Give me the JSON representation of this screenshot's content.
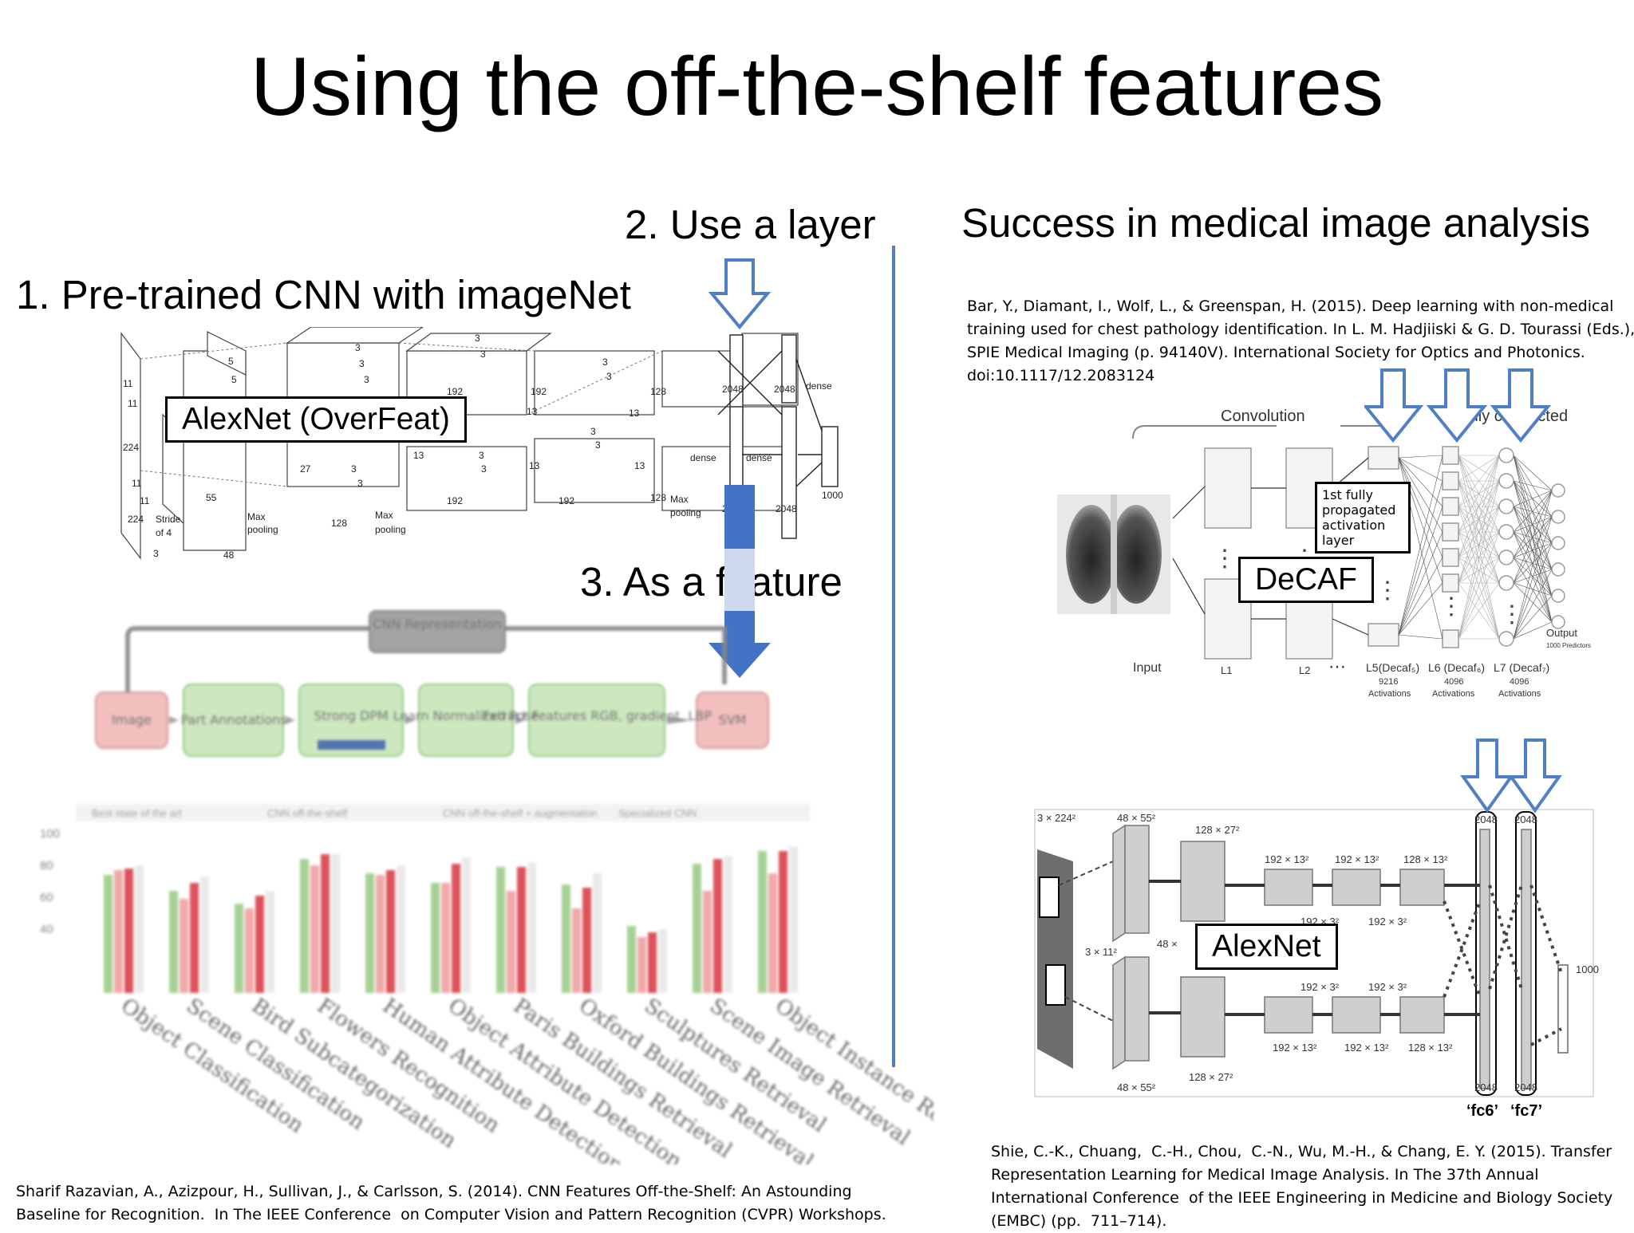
{
  "slide": {
    "title": "Using the off-the-shelf features",
    "steps": {
      "step1": "1. Pre-trained CNN with imageNet",
      "step2": "2. Use a layer",
      "step3": "3. As a feature"
    },
    "right_heading": "Success in medical image analysis",
    "labels": {
      "alexnet_overfeat": "AlexNet (OverFeat)",
      "decaf": "DeCAF",
      "alexnet": "AlexNet",
      "decaf_note": "1st fully propagated activation layer",
      "fc6": "‘fc6’",
      "fc7": "‘fc7’"
    },
    "references": {
      "left": "Sharif Razavian, A., Azizpour, H., Sullivan, J., & Carlsson, S. (2014). CNN Features Off-the-Shelf: An Astounding\nBaseline for Recognition.  In The IEEE Conference  on Computer Vision and Pattern Recognition (CVPR) Workshops.",
      "right_top": "Bar, Y., Diamant, I., Wolf, L., & Greenspan, H. (2015). Deep learning with non-medical\ntraining used for chest pathology identification. In L. M. Hadjiiski & G. D. Tourassi (Eds.),\nSPIE Medical Imaging (p. 94140V). International Society for Optics and Photonics.\ndoi:10.1117/12.2083124",
      "right_bottom": "Shie, C.-K., Chuang,  C.-H., Chou,  C.-N., Wu, M.-H., & Chang, E. Y. (2015). Transfer\nRepresentation Learning for Medical Image Analysis. In The 37th Annual\nInternational Conference  of the IEEE Engineering in Medicine and Biology Society\n(EMBC) (pp.  711–714)."
    },
    "decaf_diagram": {
      "convolution": "Convolution",
      "fully_connected": "Fully connected",
      "input": "Input",
      "l1": "L1",
      "l2": "L2",
      "l5": "L5(Decaf₅)",
      "l6": "L6 (Decaf₆)",
      "l7": "L7 (Decaf₇)",
      "n9216": "9216",
      "n4096a": "4096",
      "n4096b": "4096",
      "activations": "Activations",
      "output": "Output",
      "output_sub": "1000 Predictors"
    },
    "pipeline": [
      "CNN Representation",
      "Image",
      "Part Annotations",
      "Strong DPM",
      "Learn Normalized Pose",
      "Extract Features RGB, gradient, LBP",
      "SVM"
    ],
    "bar_categories": [
      "Object Classification",
      "Scene Classification",
      "Bird Subcategorization",
      "Flowers Recognition",
      "Human Attribute Detection",
      "Object Attribute Detection",
      "Paris Buildings Retrieval",
      "Oxford Buildings Retrieval",
      "Sculptures Retrieval",
      "Scene Image Retrieval",
      "Object Instance Retrieval"
    ],
    "colors": {
      "arrow_blue": "#4472c4",
      "vline": "#4f7fc4",
      "bar_green": "#8fc47a",
      "bar_red": "#d9404a"
    }
  },
  "chart_data": {
    "type": "bar",
    "title": "",
    "categories": [
      "Object Classification",
      "Scene Classification",
      "Bird Subcategorization",
      "Flowers Recognition",
      "Human Attribute Detection",
      "Object Attribute Detection",
      "Paris Buildings Retrieval",
      "Oxford Buildings Retrieval",
      "Sculptures Retrieval",
      "Scene Image Retrieval",
      "Object Instance Retrieval"
    ],
    "series": [
      {
        "name": "Best state of the art",
        "values": [
          74,
          64,
          56,
          84,
          75,
          69,
          79,
          68,
          42,
          81,
          89
        ]
      },
      {
        "name": "CNN off-the-shelf",
        "values": [
          77,
          59,
          53,
          80,
          74,
          69,
          64,
          53,
          35,
          64,
          75
        ]
      },
      {
        "name": "CNN off-the-shelf + augmentation",
        "values": [
          78,
          69,
          61,
          87,
          77,
          81,
          79,
          66,
          38,
          84,
          89
        ]
      },
      {
        "name": "Specialized CNN",
        "values": [
          80,
          73,
          64,
          87,
          80,
          85,
          82,
          75,
          40,
          86,
          92
        ]
      }
    ],
    "ylim": [
      0,
      100
    ],
    "yticks": [
      40,
      60,
      80,
      100
    ]
  }
}
